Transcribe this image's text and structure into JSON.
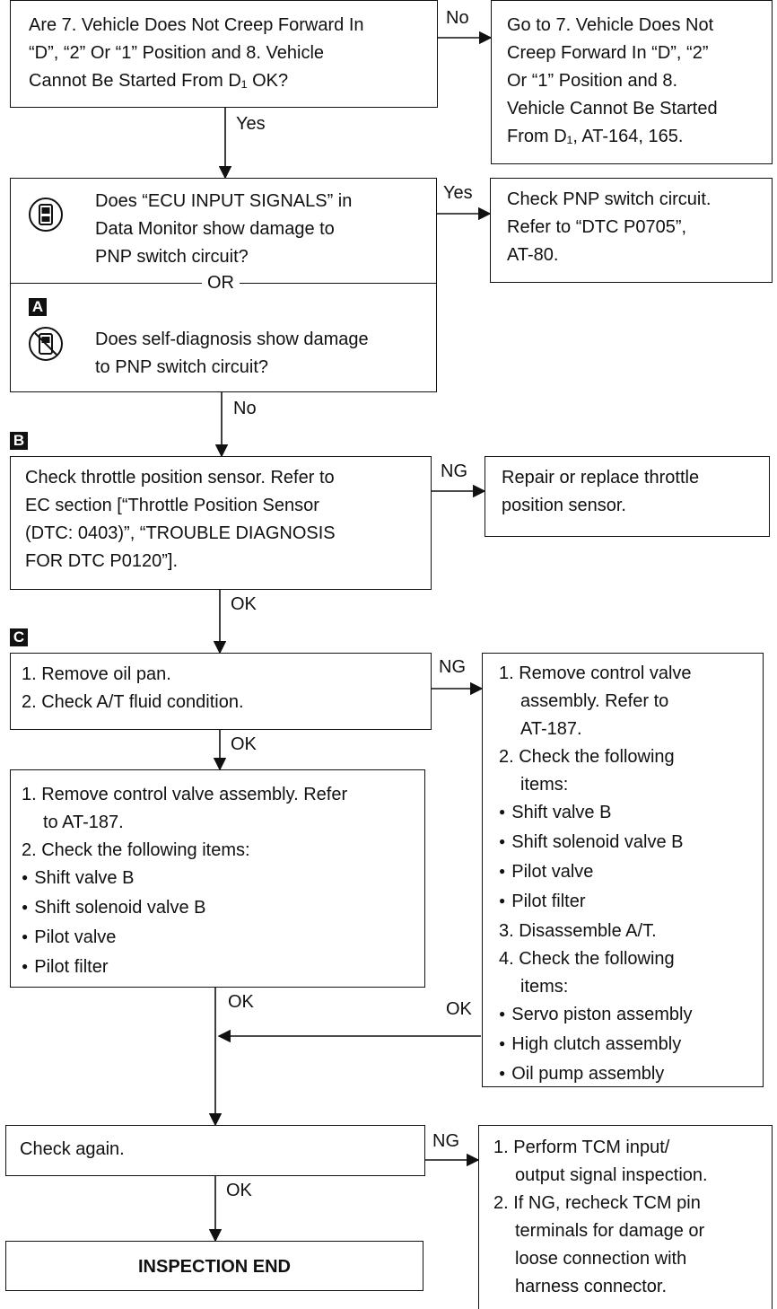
{
  "q1": {
    "text": [
      "Are 7. Vehicle Does Not Creep Forward In",
      "“D”, “2” Or “1” Position and 8. Vehicle",
      "Cannot Be Started From D₁ OK?"
    ],
    "no_label": "No",
    "yes_label": "Yes"
  },
  "goto_box": {
    "text": [
      "Go to 7. Vehicle Does Not",
      "Creep Forward In “D”, “2”",
      "Or “1” Position and 8.",
      "Vehicle Cannot Be Started",
      "From D₁, AT-164, 165."
    ]
  },
  "q2": {
    "monitor_text": [
      "Does “ECU INPUT SIGNALS” in",
      "Data Monitor show damage to",
      "PNP switch circuit?"
    ],
    "or_label": "OR",
    "marker": "A",
    "selfdiag_text": [
      "Does self-diagnosis show damage",
      "to PNP switch circuit?"
    ],
    "yes_label": "Yes",
    "no_label": "No",
    "monitor_icon": "consult-tester-icon",
    "selfdiag_icon": "no-tester-icon"
  },
  "pnp_box": {
    "text": [
      "Check PNP switch circuit.",
      "Refer to “DTC P0705”,",
      "AT-80."
    ]
  },
  "step_b": {
    "marker": "B",
    "text": [
      "Check throttle position sensor. Refer to",
      "EC section [“Throttle Position Sensor",
      "(DTC: 0403)”, “TROUBLE DIAGNOSIS",
      "FOR DTC P0120”]."
    ],
    "ng_label": "NG",
    "ok_label": "OK"
  },
  "repair_box": {
    "text": [
      "Repair or replace throttle",
      "position sensor."
    ]
  },
  "step_c": {
    "marker": "C",
    "text": [
      "1. Remove oil pan.",
      "2. Check A/T fluid condition."
    ],
    "ng_label": "NG",
    "ok_label": "OK"
  },
  "cv_left": {
    "lines": [
      {
        "t": "1. Remove control valve assembly. Refer",
        "indent": 0,
        "bullet": false
      },
      {
        "t": "to AT-187.",
        "indent": 1,
        "bullet": false
      },
      {
        "t": "2. Check the following items:",
        "indent": 0,
        "bullet": false
      },
      {
        "t": "Shift valve B",
        "indent": 0,
        "bullet": true
      },
      {
        "t": "Shift solenoid valve B",
        "indent": 0,
        "bullet": true
      },
      {
        "t": "Pilot valve",
        "indent": 0,
        "bullet": true
      },
      {
        "t": "Pilot filter",
        "indent": 0,
        "bullet": true
      }
    ],
    "ok_label": "OK"
  },
  "cv_right": {
    "lines": [
      {
        "t": "1. Remove control valve",
        "indent": 0,
        "bullet": false
      },
      {
        "t": "assembly. Refer to",
        "indent": 1,
        "bullet": false
      },
      {
        "t": "AT-187.",
        "indent": 1,
        "bullet": false
      },
      {
        "t": "2. Check the following",
        "indent": 0,
        "bullet": false
      },
      {
        "t": "items:",
        "indent": 1,
        "bullet": false
      },
      {
        "t": "Shift valve B",
        "indent": 0,
        "bullet": true
      },
      {
        "t": "Shift solenoid valve B",
        "indent": 0,
        "bullet": true
      },
      {
        "t": "Pilot valve",
        "indent": 0,
        "bullet": true
      },
      {
        "t": "Pilot filter",
        "indent": 0,
        "bullet": true
      },
      {
        "t": "3. Disassemble A/T.",
        "indent": 0,
        "bullet": false
      },
      {
        "t": "4. Check the following",
        "indent": 0,
        "bullet": false
      },
      {
        "t": "items:",
        "indent": 1,
        "bullet": false
      },
      {
        "t": "Servo piston assembly",
        "indent": 0,
        "bullet": true
      },
      {
        "t": "High clutch assembly",
        "indent": 0,
        "bullet": true
      },
      {
        "t": "Oil pump assembly",
        "indent": 0,
        "bullet": true
      }
    ],
    "ok_label": "OK"
  },
  "check_again": {
    "text": "Check again.",
    "ng_label": "NG",
    "ok_label": "OK"
  },
  "tcm_box": {
    "lines": [
      {
        "t": "1. Perform TCM input/",
        "indent": 0
      },
      {
        "t": "output signal inspection.",
        "indent": 1
      },
      {
        "t": "2. If NG, recheck TCM pin",
        "indent": 0
      },
      {
        "t": "terminals for damage or",
        "indent": 1
      },
      {
        "t": "loose connection with",
        "indent": 1
      },
      {
        "t": "harness connector.",
        "indent": 1
      }
    ]
  },
  "end": {
    "title": "INSPECTION END"
  }
}
